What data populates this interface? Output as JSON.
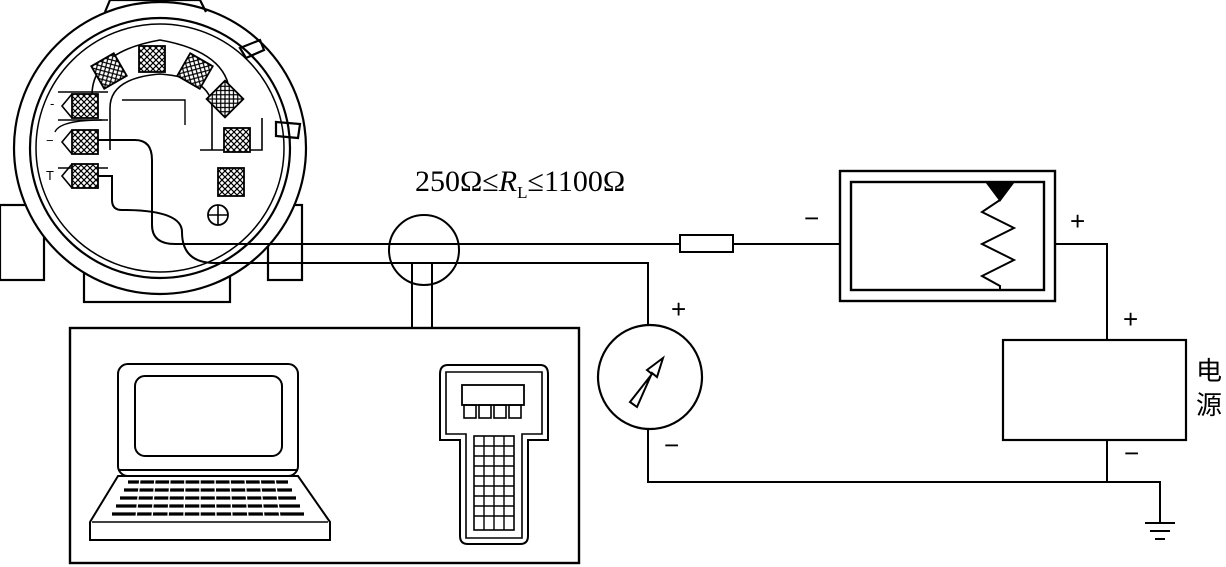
{
  "load_resistance": {
    "prefix": "250Ω≤",
    "symbol": "R",
    "subscript": "L",
    "suffix": "≤1100Ω"
  },
  "recorder": {
    "minus": "−",
    "plus": "+"
  },
  "meter": {
    "plus": "+",
    "minus": "−"
  },
  "power_supply": {
    "label_line1": "电",
    "label_line2": "源",
    "plus": "+",
    "minus": "−"
  },
  "transmitter": {
    "terminal_labels": [
      "-",
      "−",
      "T"
    ]
  }
}
